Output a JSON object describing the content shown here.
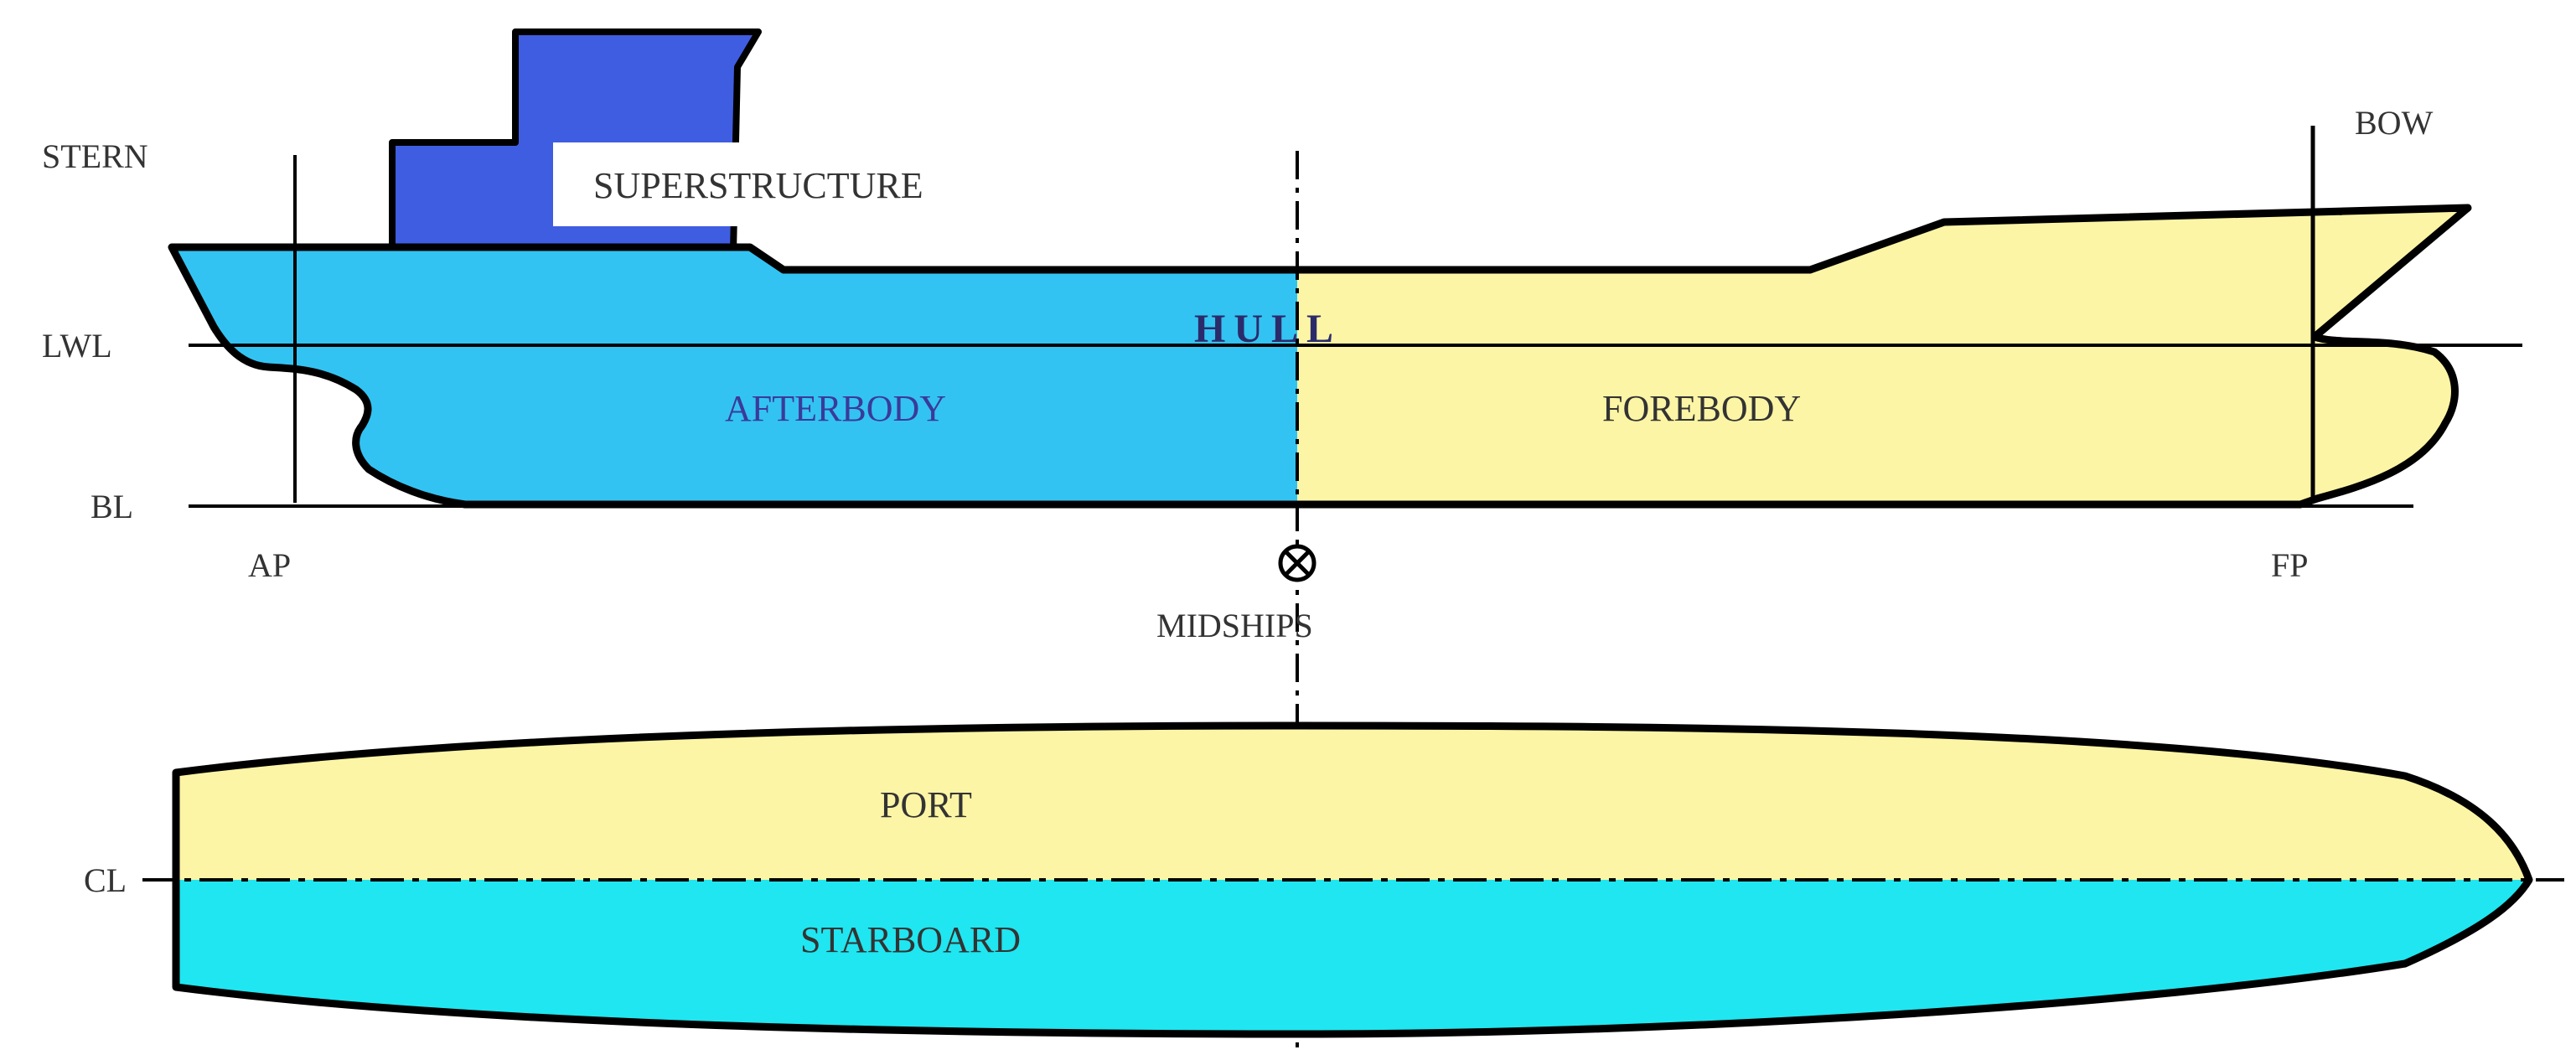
{
  "diagram": {
    "labels": {
      "stern": "STERN",
      "bow": "BOW",
      "superstructure": "SUPERSTRUCTURE",
      "hull": "HULL",
      "afterbody": "AFTERBODY",
      "forebody": "FOREBODY",
      "lwl": "LWL",
      "bl": "BL",
      "ap": "AP",
      "fp": "FP",
      "midships": "MIDSHIPS",
      "port": "PORT",
      "starboard": "STARBOARD",
      "cl": "CL"
    },
    "colors": {
      "superstructure": "#3f5de0",
      "afterbody": "#33c3f2",
      "forebody": "#fcf5a5",
      "port": "#fcf5a5",
      "starboard": "#1fe6f0",
      "outline": "#000000"
    },
    "symbols": {
      "midships_icon": "circled-x-icon"
    }
  }
}
